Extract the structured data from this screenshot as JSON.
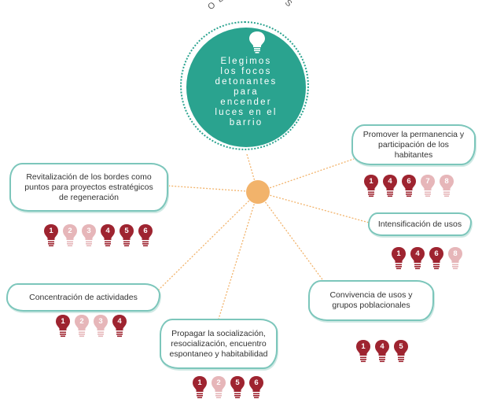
{
  "header": {
    "title": "OBJETIVOS"
  },
  "hub": {
    "lines": [
      "Elegimos",
      "los focos",
      "detonantes",
      "para",
      "encender",
      "luces en el",
      "barrio"
    ]
  },
  "colors": {
    "teal": "#2aa38f",
    "dark_bulb": "#9e2430",
    "light_bulb": "#e6b6b9",
    "node": "#f2b36b",
    "cloud_border": "#7cc6bb"
  },
  "objectives": [
    {
      "label": "Revitalización de los bordes como puntos para proyectos estratégicos de regeneración",
      "bulbs": [
        {
          "n": "1",
          "active": true
        },
        {
          "n": "2",
          "active": false
        },
        {
          "n": "3",
          "active": false
        },
        {
          "n": "4",
          "active": true
        },
        {
          "n": "5",
          "active": true
        },
        {
          "n": "6",
          "active": true
        }
      ]
    },
    {
      "label": "Concentración de actividades",
      "bulbs": [
        {
          "n": "1",
          "active": true
        },
        {
          "n": "2",
          "active": false
        },
        {
          "n": "3",
          "active": false
        },
        {
          "n": "4",
          "active": true
        }
      ]
    },
    {
      "label": "Propagar la socialización, resocialización, encuentro espontaneo y habitabilidad",
      "bulbs": [
        {
          "n": "1",
          "active": true
        },
        {
          "n": "2",
          "active": false
        },
        {
          "n": "5",
          "active": true
        },
        {
          "n": "6",
          "active": true
        }
      ]
    },
    {
      "label": "Convivencia de usos y grupos poblacionales",
      "bulbs": [
        {
          "n": "1",
          "active": true
        },
        {
          "n": "4",
          "active": true
        },
        {
          "n": "5",
          "active": true
        }
      ]
    },
    {
      "label": "Intensificación de usos",
      "bulbs": [
        {
          "n": "1",
          "active": true
        },
        {
          "n": "4",
          "active": true
        },
        {
          "n": "6",
          "active": true
        },
        {
          "n": "8",
          "active": false
        }
      ]
    },
    {
      "label": "Promover la permanencia y participación de los habitantes",
      "bulbs": [
        {
          "n": "1",
          "active": true
        },
        {
          "n": "4",
          "active": true
        },
        {
          "n": "6",
          "active": true
        },
        {
          "n": "7",
          "active": false
        },
        {
          "n": "8",
          "active": false
        }
      ]
    }
  ]
}
